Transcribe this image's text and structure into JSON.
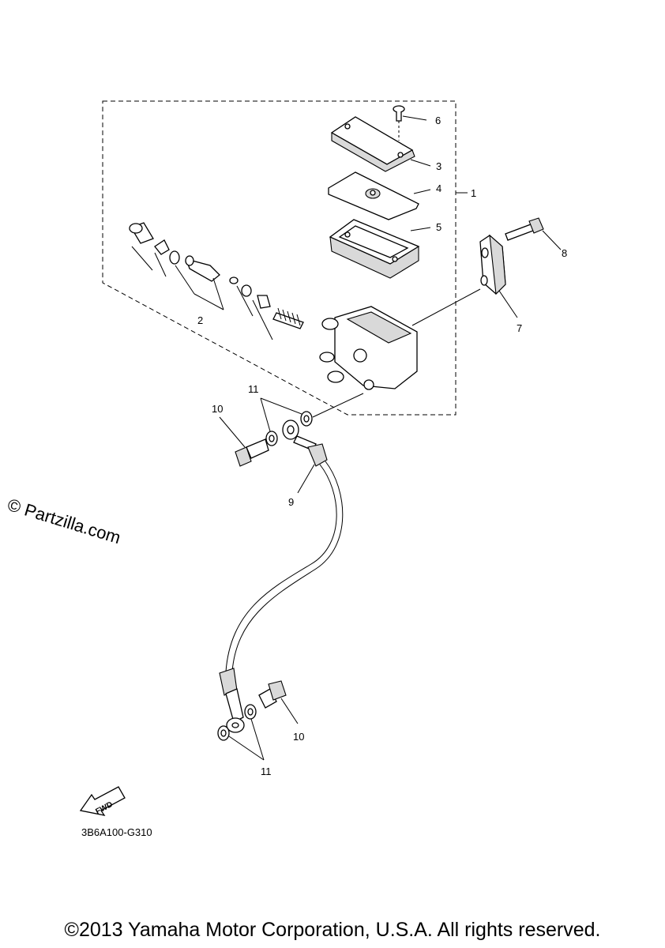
{
  "callouts": {
    "c1": "1",
    "c2": "2",
    "c3": "3",
    "c4": "4",
    "c5": "5",
    "c6": "6",
    "c7": "7",
    "c8": "8",
    "c9": "9",
    "c10a": "10",
    "c10b": "10",
    "c11a": "11",
    "c11b": "11"
  },
  "fwd_arrow": "FWD",
  "diagram_code": "3B6A100-G310",
  "watermark": "© Partzilla.com",
  "copyright": "©2013 Yamaha Motor Corporation, U.S.A. All rights reserved."
}
